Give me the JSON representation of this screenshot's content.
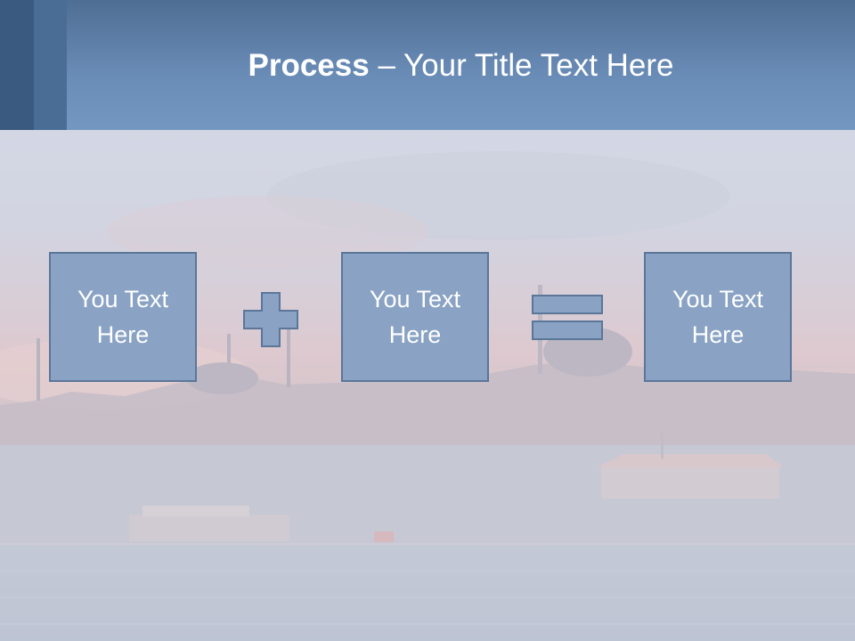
{
  "slide": {
    "title_bold": "Process",
    "title_rest": " – Your Title Text Here",
    "boxes": [
      {
        "text": "You Text Here"
      },
      {
        "text": "You Text Here"
      },
      {
        "text": "You Text Here"
      }
    ],
    "operators": [
      "plus-icon",
      "equals-icon"
    ],
    "colors": {
      "title_bar": "#6a8db8",
      "box_fill": "#8aa3c4",
      "box_border": "#5a7699",
      "text": "#ffffff"
    }
  }
}
